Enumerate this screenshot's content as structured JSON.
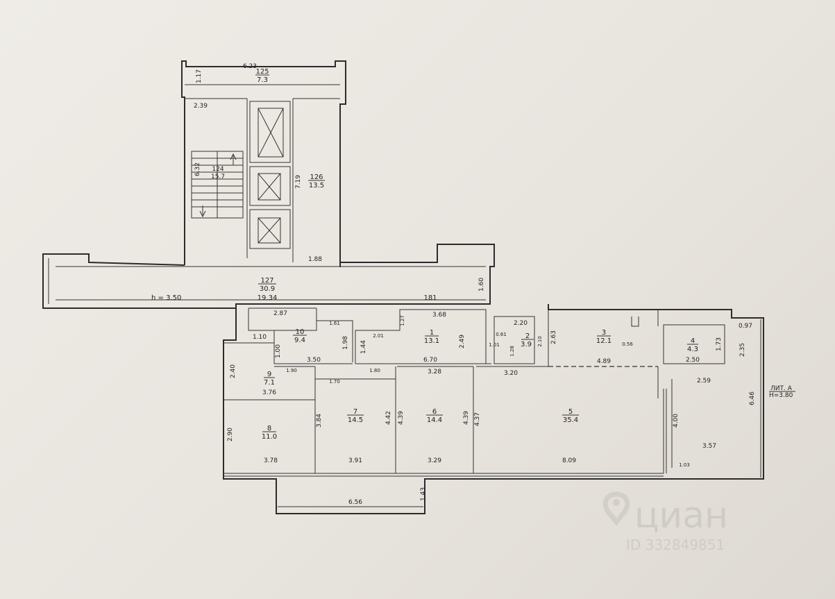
{
  "height_label": "h = 3.50",
  "lit_label": "ЛИТ. А",
  "lit_height": "H=3.80",
  "watermark": {
    "brand": "циан",
    "id": "ID 332849851"
  },
  "rooms": [
    {
      "num": "125",
      "area": "7.3"
    },
    {
      "num": "126",
      "area": "13.5"
    },
    {
      "num": "124",
      "area": "15.7"
    },
    {
      "num": "127",
      "area": "30.9"
    },
    {
      "num": "1",
      "area": "13.1"
    },
    {
      "num": "2",
      "area": "3.9"
    },
    {
      "num": "3",
      "area": "12.1"
    },
    {
      "num": "4",
      "area": "4.3"
    },
    {
      "num": "5",
      "area": "35.4"
    },
    {
      "num": "6",
      "area": "14.4"
    },
    {
      "num": "7",
      "area": "14.5"
    },
    {
      "num": "8",
      "area": "11.0"
    },
    {
      "num": "9",
      "area": "7.1"
    },
    {
      "num": "10",
      "area": "9.4"
    }
  ],
  "dimensions": [
    "6.23",
    "1.17",
    "2.39",
    "6.32",
    "7.19",
    "1.88",
    "1.60",
    "19.34",
    "181",
    "3.68",
    "2.87",
    "1.61",
    "1.98",
    "1.10",
    "1.00",
    "3.50",
    "1.44",
    "2.01",
    "2.49",
    "6.70",
    "2.20",
    "2.10",
    "1.01",
    "2.63",
    "4.89",
    "2.35",
    "0.97",
    "1.73",
    "2.50",
    "2.59",
    "6.46",
    "4.00",
    "3.57",
    "2.40",
    "3.76",
    "1.90",
    "1.70",
    "1.80",
    "3.28",
    "3.20",
    "3.84",
    "4.42",
    "4.39",
    "4.39",
    "4.37",
    "2.90",
    "3.78",
    "3.91",
    "3.29",
    "8.09",
    "1.43",
    "6.56",
    "1.03",
    "0.56",
    "0.61",
    "1.27",
    "1.28"
  ]
}
